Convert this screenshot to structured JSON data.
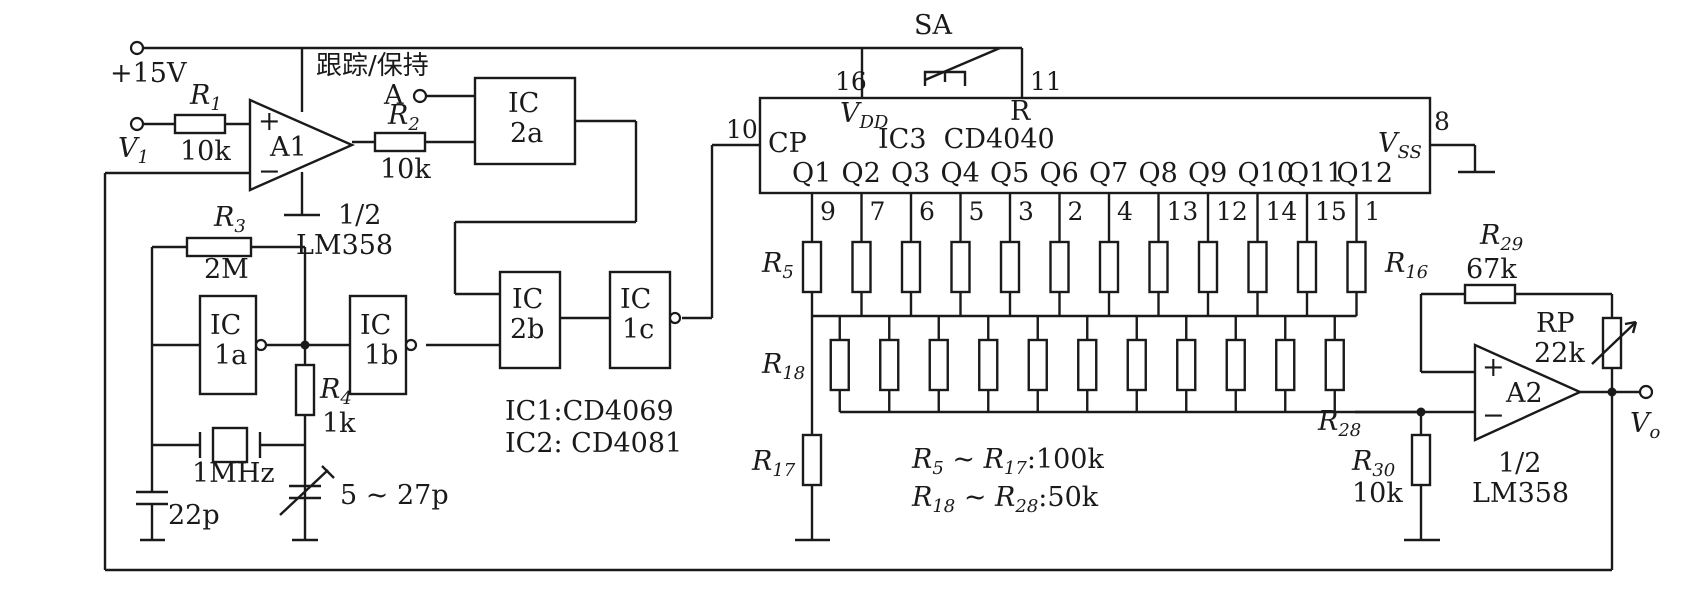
{
  "power": {
    "supply": "+15V"
  },
  "mode": {
    "label": "跟踪/保持",
    "point": "A"
  },
  "switch": {
    "label": "SA"
  },
  "input": {
    "name": "V",
    "sub": "1"
  },
  "output": {
    "name": "V",
    "sub": "o"
  },
  "components": {
    "R1": {
      "name": "R",
      "sub": "1",
      "value": "10k"
    },
    "R2": {
      "name": "R",
      "sub": "2",
      "value": "10k"
    },
    "R3": {
      "name": "R",
      "sub": "3",
      "value": "2M"
    },
    "R4": {
      "name": "R",
      "sub": "4",
      "value": "1k"
    },
    "R5": {
      "name": "R",
      "sub": "5"
    },
    "R16": {
      "name": "R",
      "sub": "16"
    },
    "R17": {
      "name": "R",
      "sub": "17"
    },
    "R18": {
      "name": "R",
      "sub": "18"
    },
    "R28": {
      "name": "R",
      "sub": "28"
    },
    "R29": {
      "name": "R",
      "sub": "29",
      "value": "67k"
    },
    "R30": {
      "name": "R",
      "sub": "30",
      "value": "10k"
    },
    "RP": {
      "name": "RP",
      "value": "22k"
    },
    "C1": {
      "value": "22p"
    },
    "C2": {
      "value": "5 ~ 27p"
    },
    "crystal": {
      "value": "1MHz"
    }
  },
  "opamps": {
    "A1": {
      "name": "A1",
      "part": "1/2",
      "model": "LM358",
      "plus": "+",
      "minus": "−"
    },
    "A2": {
      "name": "A2",
      "part": "1/2",
      "model": "LM358",
      "plus": "+",
      "minus": "−"
    }
  },
  "gates": {
    "IC1a": {
      "l1": "IC",
      "l2": "1a"
    },
    "IC1b": {
      "l1": "IC",
      "l2": "1b"
    },
    "IC1c": {
      "l1": "IC",
      "l2": "1c"
    },
    "IC2a": {
      "l1": "IC",
      "l2": "2a"
    },
    "IC2b": {
      "l1": "IC",
      "l2": "2b"
    }
  },
  "counter": {
    "title": "IC3  CD4040",
    "vdd": "V",
    "vdd_sub": "DD",
    "vss": "V",
    "vss_sub": "SS",
    "reset": "R",
    "cp": "CP",
    "pin_vdd": "16",
    "pin_r": "11",
    "pin_cp": "10",
    "pin_vss": "8",
    "outputs": [
      {
        "name": "Q1",
        "pin": "9"
      },
      {
        "name": "Q2",
        "pin": "7"
      },
      {
        "name": "Q3",
        "pin": "6"
      },
      {
        "name": "Q4",
        "pin": "5"
      },
      {
        "name": "Q5",
        "pin": "3"
      },
      {
        "name": "Q6",
        "pin": "2"
      },
      {
        "name": "Q7",
        "pin": "4"
      },
      {
        "name": "Q8",
        "pin": "13"
      },
      {
        "name": "Q9",
        "pin": "12"
      },
      {
        "name": "Q10",
        "pin": "14"
      },
      {
        "name": "Q11",
        "pin": "15"
      },
      {
        "name": "Q12",
        "pin": "1"
      }
    ]
  },
  "notes": {
    "ic1": "IC1:CD4069",
    "ic2": "IC2: CD4081",
    "range1_a": "R",
    "range1_a_sub": "5",
    "range1_mid": " ~ ",
    "range1_b": "R",
    "range1_b_sub": "17",
    "range1_val": ":100k",
    "range2_a": "R",
    "range2_a_sub": "18",
    "range2_mid": " ~ ",
    "range2_b": "R",
    "range2_b_sub": "28",
    "range2_val": ":50k"
  }
}
